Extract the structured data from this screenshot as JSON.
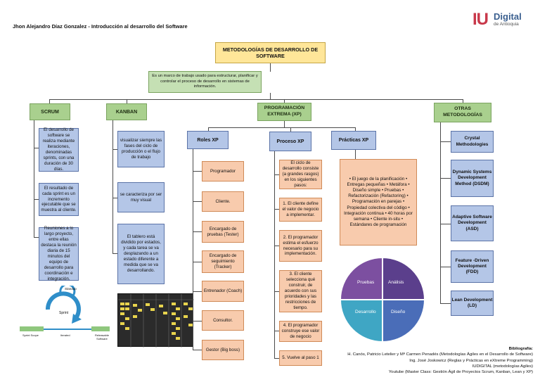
{
  "header": {
    "author": "Jhon Alejandro Díaz Gonzalez - Introducción al desarrollo del Software",
    "logo_mark": "IU",
    "logo_name": "Digital",
    "logo_sub": "de Antioquia"
  },
  "root": {
    "title": "METODOLOGÍAS DE DESARROLLO DE SOFTWARE",
    "definition": "Es un marco de trabajo usado para estructurar, planificar y controlar el proceso de desarrollo en sistemas de información."
  },
  "scrum": {
    "title": "SCRUM",
    "items": [
      "El desarrollo de software se realiza mediante iteraciones, denominadas sprints, con una duración de 30 días.",
      "El resultado de cada sprint es un incremento ejecutable que se muestra al cliente.",
      "Reuniones a lo largo proyecto, entre ellas destaca la reunión diaria de 15 minutos del equipo de desarrollo para coordinación e integración."
    ],
    "diagram": {
      "top_label": "Standup",
      "sprint_label": "Sprint",
      "left_label": "Sprint Scope",
      "mid_label": "Iterated",
      "right_label": "Releasable Software"
    }
  },
  "kanban": {
    "title": "KANBAN",
    "items": [
      "visualizar siempre las fases del ciclo de producción o el flujo de trabajo",
      "se caracteriza por ser muy visual",
      "El tablero está dividido por estados, y cada tarea se va desplazando a un estado diferente a medida que se va desarrollando."
    ]
  },
  "xp": {
    "title": "PROGRAMACIÓN EXTREMA (XP)",
    "roles": {
      "title": "Roles XP",
      "items": [
        "Programador",
        "Cliente.",
        "Encargado de pruebas (Tester)",
        "Encargado de seguimiento (Tracker)",
        "Entrenador (Coach)",
        "Consultor.",
        "Gestor (Big boss)"
      ]
    },
    "process": {
      "title": "Proceso XP",
      "items": [
        "El ciclo de desarrollo consiste (a grandes rasgos) en los siguientes pasos:",
        "1. El cliente define el valor de negocio a implementar.",
        "2. El programador estima el esfuerzo necesario para su implementación.",
        "3. El cliente selecciona qué construir, de acuerdo con sus prioridades y las restricciones de tiempo.",
        "4. El programador construye ese valor de negocio",
        "5. Vuelve al paso 1"
      ]
    },
    "practices": {
      "title": "Prácticas XP",
      "text": "• El juego de la planificación • Entregas pequeñas • Metáfora • Diseño simple • Pruebas • Refactorización (Refactoring) • Programación en parejas • Propiedad colectiva del código • Integración continua • 40 horas por semana • Cliente in-situ • Estándares de programación"
    },
    "cycle": {
      "segments": [
        "Pruebas",
        "Análisis",
        "Desarrollo",
        "Diseño"
      ],
      "colors": [
        "#7c4fa0",
        "#5b3f8c",
        "#3fa6c4",
        "#4a6db8"
      ]
    }
  },
  "other": {
    "title": "OTRAS METODOLOGÍAS",
    "items": [
      "Crystal Methodologies",
      "Dynamic Systems Development Method (DSDM)",
      "Adaptive Software Development (ASD)",
      "Feature -Driven Development (FDD)",
      "Lean Development (LD)"
    ]
  },
  "bibliography": {
    "title": "Bibliografía:",
    "lines": [
      "H. Canós, Patricio Letelier y Mª Carmen Penadés (Metodologías Ágiles en el Desarrollo de Software)",
      "Ing. José Joskowicz (Reglas y Prácticas en eXtreme Programming)",
      "IUDIGITAL (metodologías Agiles)",
      "Youtube (Master Class: Gestión Ágil de Proyectos Scrum, Kanban, Lean y XP)"
    ]
  }
}
